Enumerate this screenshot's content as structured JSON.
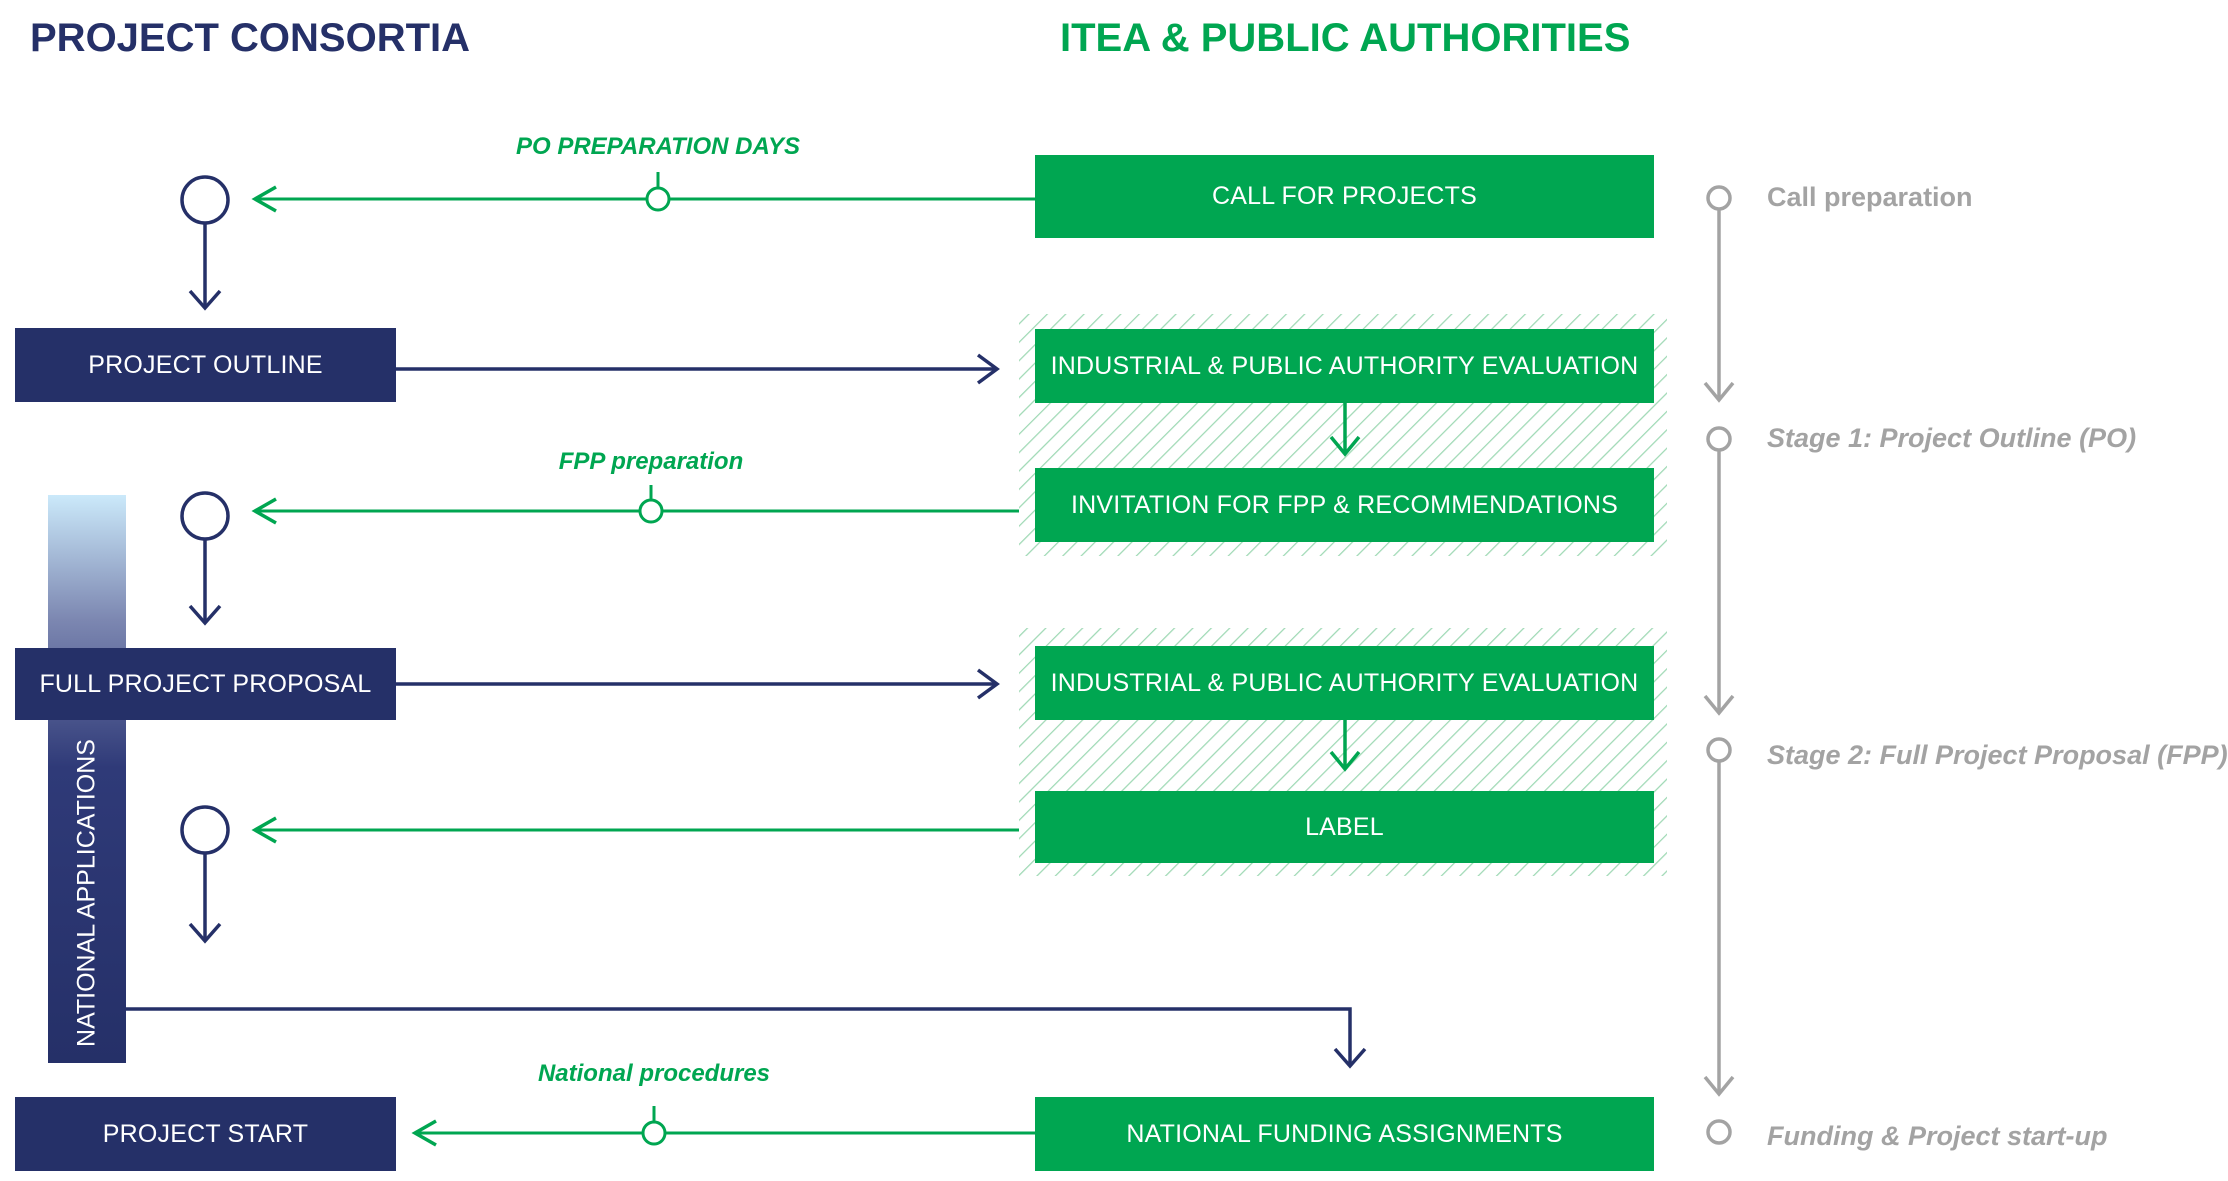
{
  "headers": {
    "left": "PROJECT CONSORTIA",
    "right": "ITEA & PUBLIC AUTHORITIES"
  },
  "consortia_boxes": {
    "project_outline": "PROJECT OUTLINE",
    "full_project_proposal": "FULL PROJECT PROPOSAL",
    "project_start": "PROJECT START"
  },
  "itea_boxes": {
    "call_for_projects": "CALL FOR PROJECTS",
    "evaluation_1": "INDUSTRIAL & PUBLIC AUTHORITY EVALUATION",
    "invitation": "INVITATION FOR FPP & RECOMMENDATIONS",
    "evaluation_2": "INDUSTRIAL & PUBLIC AUTHORITY EVALUATION",
    "label": "LABEL",
    "national_funding": "NATIONAL FUNDING ASSIGNMENTS"
  },
  "arrow_labels": {
    "po_preparation": "PO PREPARATION DAYS",
    "fpp_preparation": "FPP preparation",
    "national_procedures": "National procedures"
  },
  "side_bar": {
    "national_applications": "NATIONAL APPLICATIONS"
  },
  "timeline": {
    "call_preparation": "Call preparation",
    "stage_1": "Stage 1: Project Outline (PO)",
    "stage_2": "Stage 2: Full Project Proposal (FPP)",
    "funding": "Funding & Project start-up"
  },
  "colors": {
    "navy": "#253068",
    "green": "#00a651",
    "gray": "#a3a3a3",
    "hatch": "#9fd9b5"
  }
}
